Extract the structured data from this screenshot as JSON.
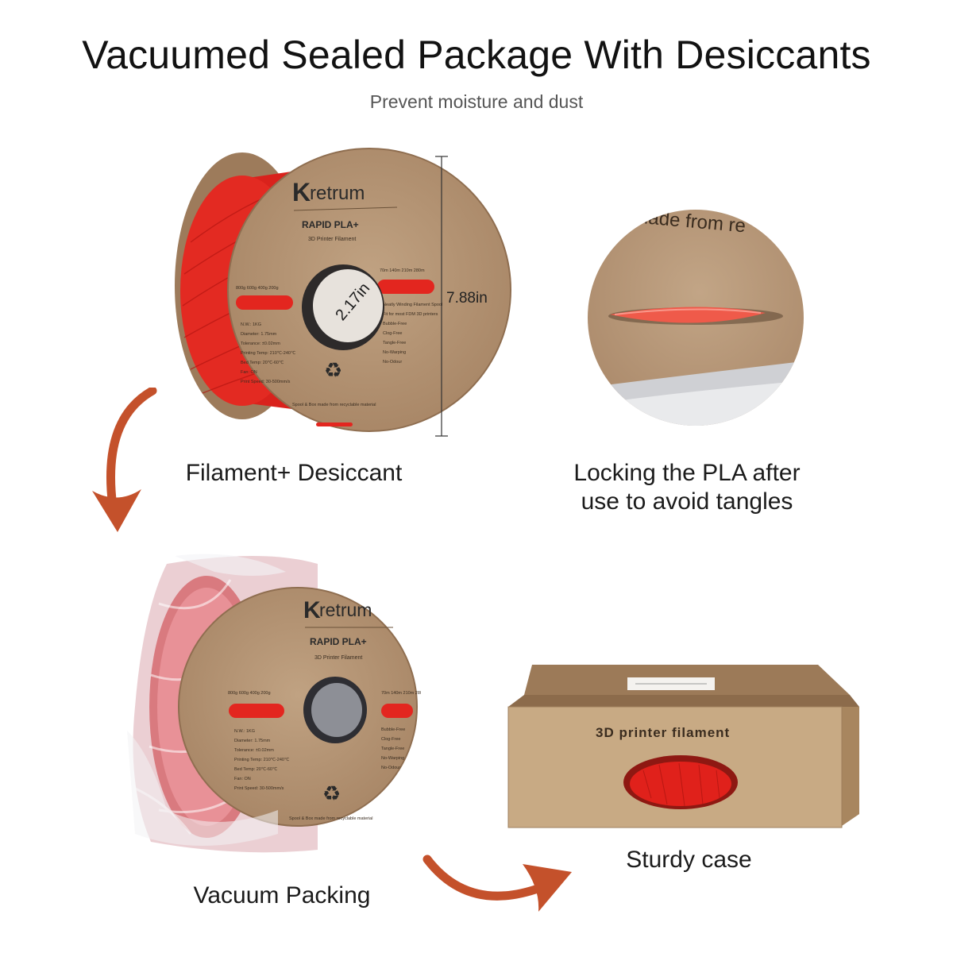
{
  "header": {
    "title": "Vacuumed Sealed Package With Desiccants",
    "subtitle": "Prevent moisture and dust"
  },
  "spool": {
    "brand_k": "K",
    "brand_rest": "retrum",
    "product": "RAPID PLA+",
    "type_line": "3D Printer Filament",
    "weights_label": "800g  600g  400g  200g",
    "lengths_label": "70m  140m  210m  280m",
    "specs": [
      "N.W.: 1KG",
      "Diameter: 1.75mm",
      "Tolerance: ±0.02mm",
      "Printing Temp: 210℃-240℃",
      "Bed Temp: 20℃-60℃",
      "Fan: ON",
      "Print Speed: 30-500mm/s"
    ],
    "features": [
      "Neatly Winding Filament Spool",
      "Fit for most FDM 3D printers",
      "Bubble-Free",
      "Clog-Free",
      "Tangle-Free",
      "No-Warping",
      "No-Odour"
    ],
    "footer_note": "Spool & Box made from recyclable material",
    "recycle_symbol": "♻"
  },
  "dimensions": {
    "height": "7.88in",
    "hole": "2.17in"
  },
  "closeup": {
    "partial_text": "made from re"
  },
  "captions": {
    "filament": "Filament+ Desiccant",
    "locking_line1": "Locking the PLA after",
    "locking_line2": "use to avoid tangles",
    "vacuum": "Vacuum Packing",
    "sturdy": "Sturdy case"
  },
  "box": {
    "label": "3D printer filament"
  },
  "colors": {
    "cardboard": "#b39272",
    "filament_red": "#e8201b",
    "arrow": "#c4512b"
  }
}
